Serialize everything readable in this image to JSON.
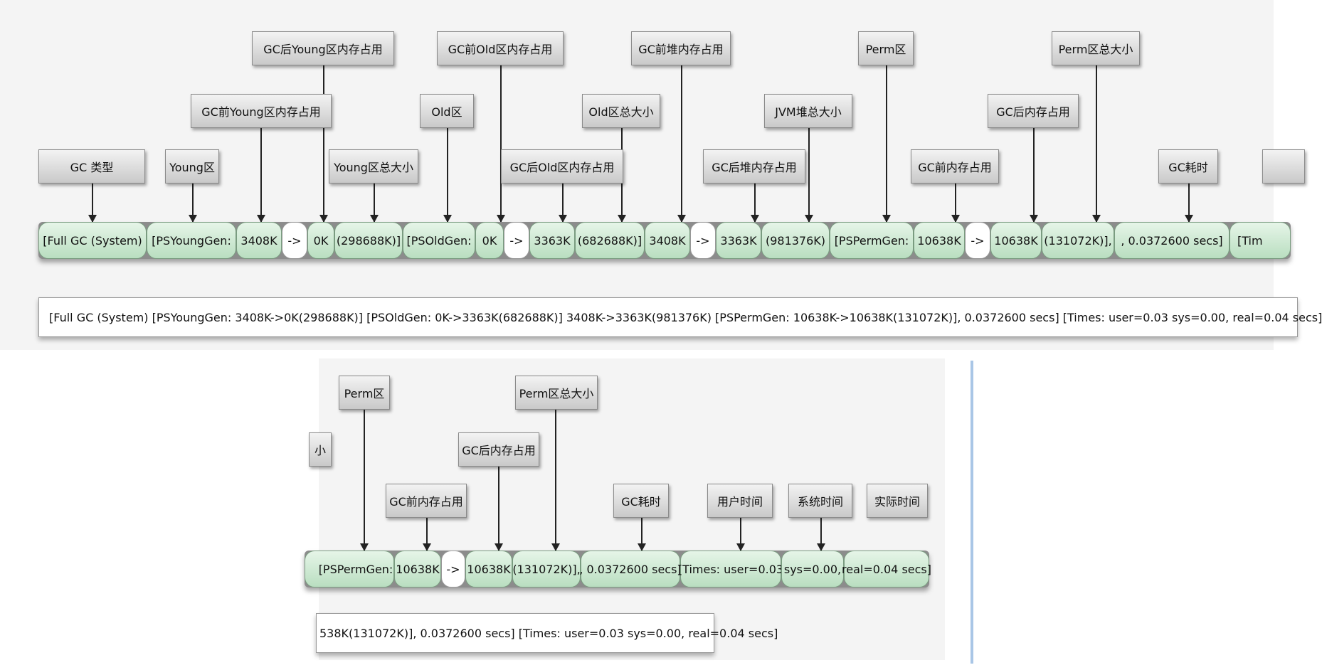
{
  "top_labels": [
    "GC后Young区内存占用",
    "GC前Old区内存占用",
    "GC前堆内存占用",
    "Perm区",
    "Perm区总大小",
    "GC前Young区内存占用",
    "Old区",
    "Old区总大小",
    "JVM堆总大小",
    "GC后内存占用",
    "GC 类型",
    "Young区",
    "Young区总大小",
    "GC后Old区内存占用",
    "GC后堆内存占用",
    "GC前内存占用",
    "GC耗时"
  ],
  "top_segments": [
    "[Full GC (System)",
    "[PSYoungGen:",
    "3408K",
    "->",
    "0K",
    "(298688K)]",
    "[PSOldGen:",
    "0K",
    "->",
    "3363K",
    "(682688K)]",
    "3408K",
    "->",
    "3363K",
    "(981376K)",
    "[PSPermGen:",
    "10638K",
    "->",
    "10638K",
    "(131072K)],",
    ", 0.0372600 secs]",
    "[Tim"
  ],
  "top_log": "[Full GC (System) [PSYoungGen: 3408K->0K(298688K)] [PSOldGen: 0K->3363K(682688K)] 3408K->3363K(981376K) [PSPermGen: 10638K->10638K(131072K)], 0.0372600 secs] [Times: user=0.03 sys=0.00, real=0.04 secs]",
  "bottom_labels": [
    "Perm区",
    "Perm区总大小",
    "小",
    "GC后内存占用",
    "GC前内存占用",
    "GC耗时",
    "用户时间",
    "系统时间",
    "实际时间"
  ],
  "bottom_segments": [
    "[PSPermGen:",
    "10638K",
    "->",
    "10638K",
    "(131072K)],",
    ", 0.0372600 secs]",
    "[Times: user=0.03",
    "sys=0.00,",
    "real=0.04 secs]"
  ],
  "bottom_log": "538K(131072K)], 0.0372600 secs] [Times: user=0.03 sys=0.00, real=0.04 secs]"
}
